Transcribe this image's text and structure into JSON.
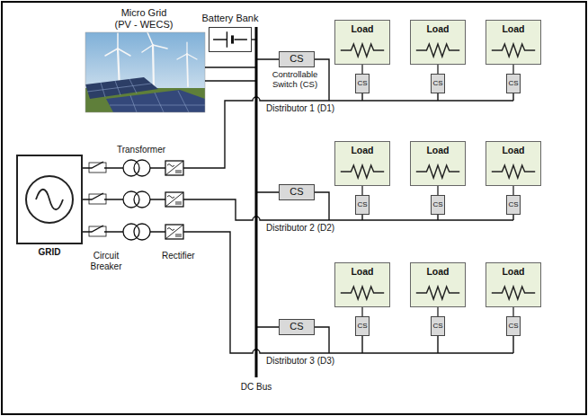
{
  "diagram": {
    "nodes": [
      {
        "text": [
          "Battery Bank"
        ]
      },
      {
        "text": [
          "CS"
        ]
      },
      {
        "text": [
          "Load"
        ]
      },
      {
        "text": [
          "Load"
        ]
      },
      {
        "text": [
          "Load"
        ]
      },
      {
        "text": [
          "CS"
        ]
      },
      {
        "text": [
          "CS"
        ]
      },
      {
        "text": [
          "CS"
        ]
      },
      {
        "text": [
          "GRID"
        ]
      },
      {
        "text": [
          "CS"
        ]
      },
      {
        "text": [
          "Load"
        ]
      },
      {
        "text": [
          "Load"
        ]
      },
      {
        "text": [
          "Load"
        ]
      },
      {
        "text": [
          "CS"
        ]
      },
      {
        "text": [
          "CS"
        ]
      },
      {
        "text": [
          "CS"
        ]
      },
      {
        "text": [
          "CS"
        ]
      },
      {
        "text": [
          "Load"
        ]
      },
      {
        "text": [
          "Load"
        ]
      },
      {
        "text": [
          "Load"
        ]
      },
      {
        "text": [
          "CS"
        ]
      },
      {
        "text": [
          "CS"
        ]
      },
      {
        "text": [
          "CS"
        ]
      }
    ],
    "edges": [
      {
        "from": 2,
        "to": 5,
        "arrow": "none"
      },
      {
        "from": 3,
        "to": 6,
        "arrow": "none"
      },
      {
        "from": 4,
        "to": 7,
        "arrow": "none"
      },
      {
        "from": 10,
        "to": 13,
        "arrow": "none"
      },
      {
        "from": 11,
        "to": 14,
        "arrow": "none"
      },
      {
        "from": 12,
        "to": 15,
        "arrow": "none"
      },
      {
        "from": 17,
        "to": 20,
        "arrow": "none"
      },
      {
        "from": 18,
        "to": 21,
        "arrow": "none"
      },
      {
        "from": 19,
        "to": 22,
        "arrow": "none"
      }
    ],
    "labels": [
      "Micro Grid (PV - WECS)",
      "Controllable Switch (CS)",
      "Distributor 1 (D1)",
      "Distributor 2 (D2)",
      "Distributor 3 (D3)",
      "Transformer",
      "Circuit Breaker",
      "Rectifier",
      "DC Bus"
    ]
  }
}
